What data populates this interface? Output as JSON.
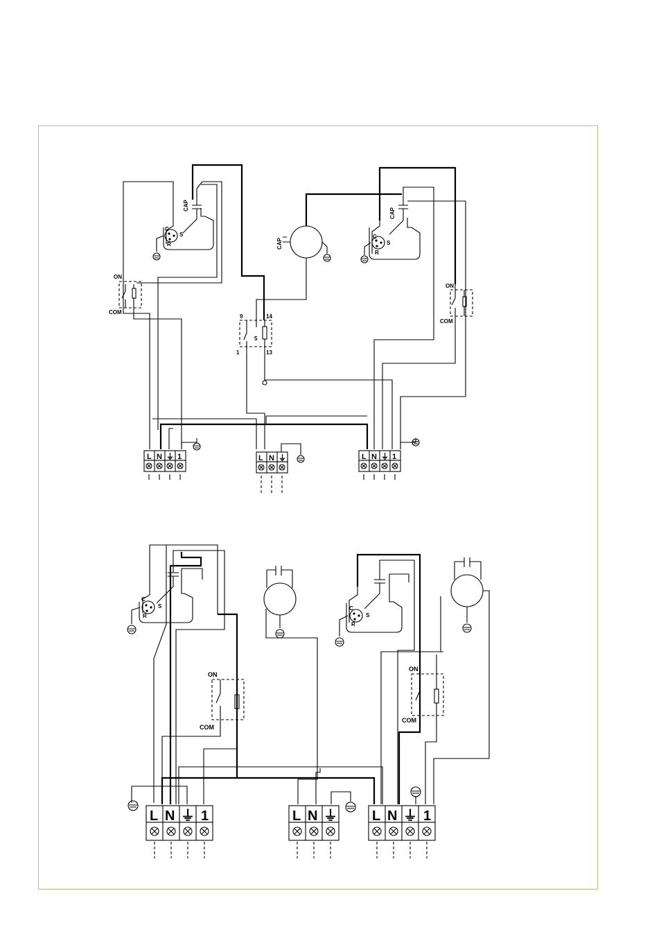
{
  "colors": {
    "frame_border": "#a8cf6a",
    "wire": "#000000",
    "background": "#ffffff"
  },
  "labels": {
    "cap": "CAP",
    "on": "ON",
    "com": "COM",
    "compressor_terminals": [
      "C",
      "S",
      "R"
    ],
    "relay_pins": [
      "9",
      "14",
      "5",
      "1",
      "13"
    ],
    "terminal_row_4": [
      "L",
      "N",
      "⏚",
      "1"
    ],
    "terminal_row_3": [
      "L",
      "N",
      "⏚"
    ]
  },
  "icons": {
    "ground": "ground-icon",
    "screw": "terminal-screw-icon",
    "fan_motor": "fan-motor-icon",
    "compressor": "compressor-icon",
    "capacitor": "capacitor-icon",
    "thermostat": "thermostat-switch-icon"
  }
}
